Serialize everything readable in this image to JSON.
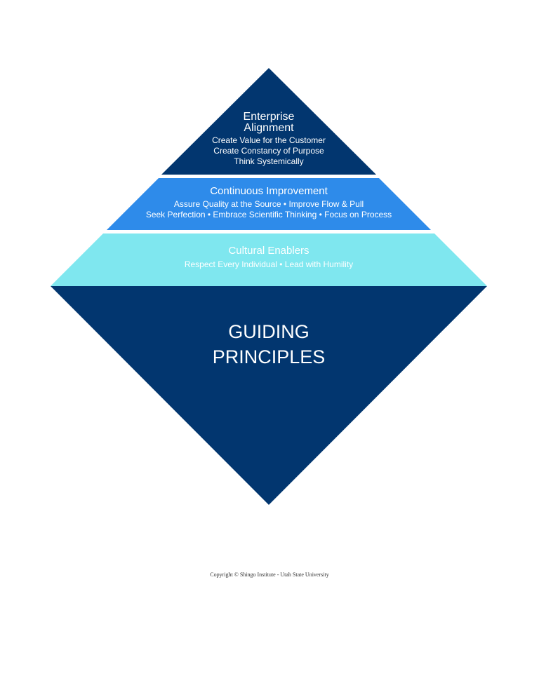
{
  "diagram": {
    "tiers": [
      {
        "title_lines": [
          "Enterprise",
          "Alignment"
        ],
        "lines": [
          "Create Value for the Customer",
          "Create Constancy of Purpose",
          "Think Systemically"
        ],
        "color": "#02366F"
      },
      {
        "title_lines": [
          "Continuous Improvement"
        ],
        "lines": [
          "Assure Quality at the Source • Improve Flow & Pull",
          "Seek Perfection • Embrace Scientific Thinking • Focus on Process"
        ],
        "color": "#2E8BEA"
      },
      {
        "title_lines": [
          "Cultural Enablers"
        ],
        "lines": [
          "Respect Every Individual • Lead with Humility"
        ],
        "color": "#7FE7EF"
      }
    ],
    "base": {
      "title_lines": [
        "GUIDING",
        "PRINCIPLES"
      ],
      "color": "#02366F"
    }
  },
  "footer": {
    "copyright": "Copyright © Shingo Institute - Utah State University"
  }
}
